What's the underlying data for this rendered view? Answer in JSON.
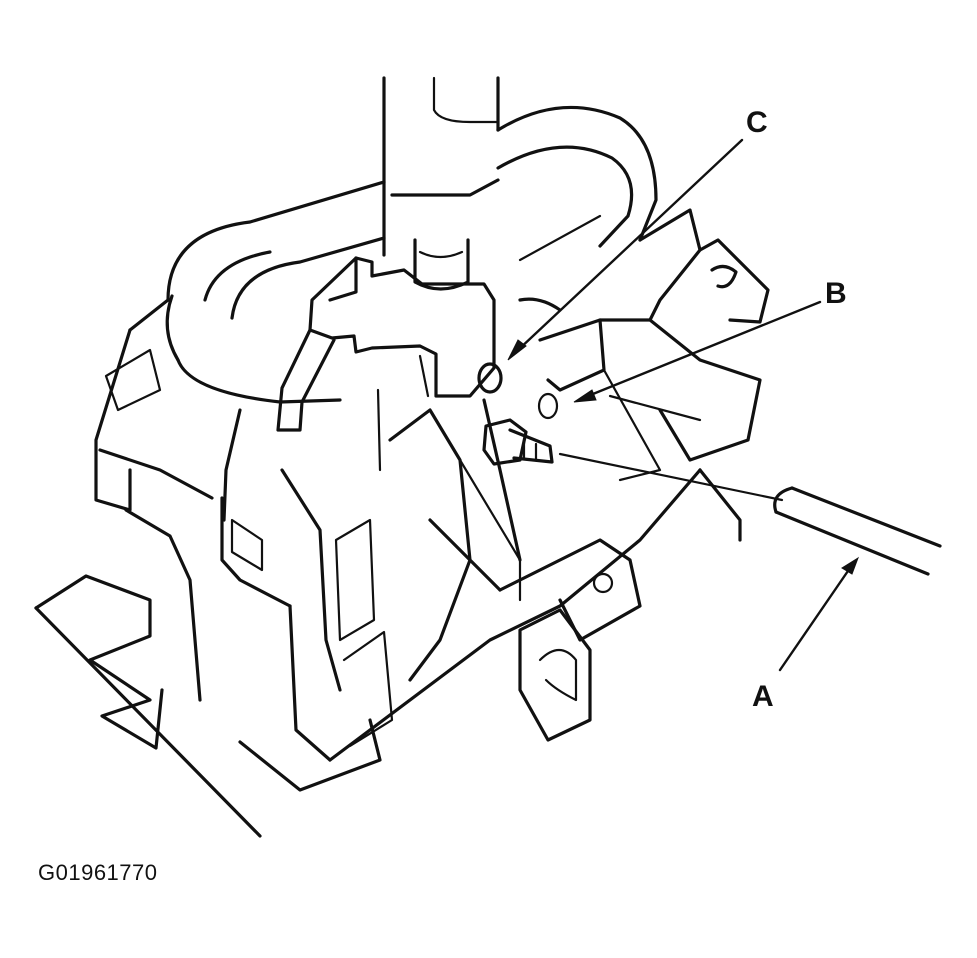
{
  "callouts": {
    "a": "A",
    "b": "B",
    "c": "C"
  },
  "figure_id": "G01961770"
}
